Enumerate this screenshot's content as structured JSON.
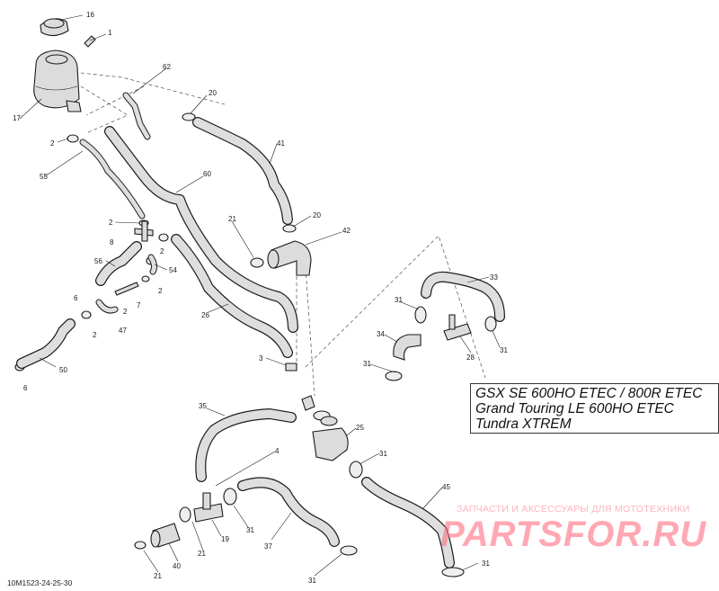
{
  "models": [
    "GSX SE 600HO ETEC / 800R ETEC",
    "Grand Touring LE 600HO ETEC",
    "Tundra XTREM"
  ],
  "watermark": {
    "slogan": "ЗАПЧАСТИ И АКСЕССУАРЫ ДЛЯ МОТОТЕХНИКИ",
    "brand": "PARTSFOR.RU"
  },
  "diagram_id": "10M1523-24-25-30",
  "callouts": [
    "16",
    "1",
    "17",
    "62",
    "20",
    "2",
    "55",
    "41",
    "60",
    "2",
    "8",
    "2",
    "21",
    "20",
    "42",
    "56",
    "54",
    "2",
    "6",
    "7",
    "2",
    "47",
    "2",
    "26",
    "33",
    "31",
    "34",
    "50",
    "28",
    "31",
    "6",
    "3",
    "31",
    "35",
    "25",
    "4",
    "31",
    "45",
    "19",
    "31",
    "37",
    "21",
    "40",
    "21",
    "31",
    "31"
  ]
}
